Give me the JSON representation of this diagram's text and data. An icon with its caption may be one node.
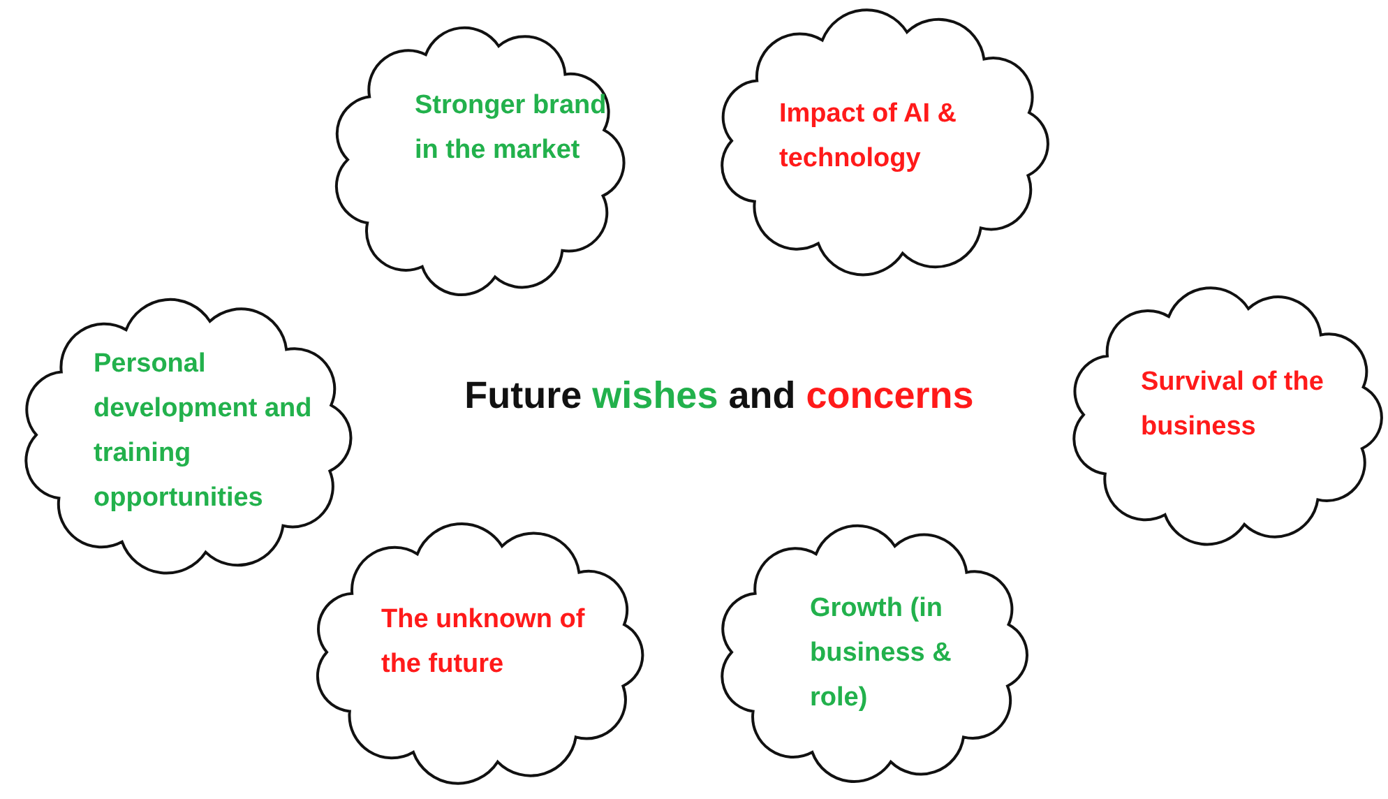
{
  "diagram": {
    "title": "Future wishes and concerns",
    "nodes": [
      {
        "text": [
          "Stronger brand in the market"
        ]
      },
      {
        "text": [
          "Impact of AI & technology"
        ]
      },
      {
        "text": [
          "Personal development and training opportunities"
        ]
      },
      {
        "text": [
          "Survival of the business"
        ]
      },
      {
        "text": [
          "The unknown of the future"
        ]
      },
      {
        "text": [
          "Growth (in business & role)"
        ]
      }
    ]
  }
}
